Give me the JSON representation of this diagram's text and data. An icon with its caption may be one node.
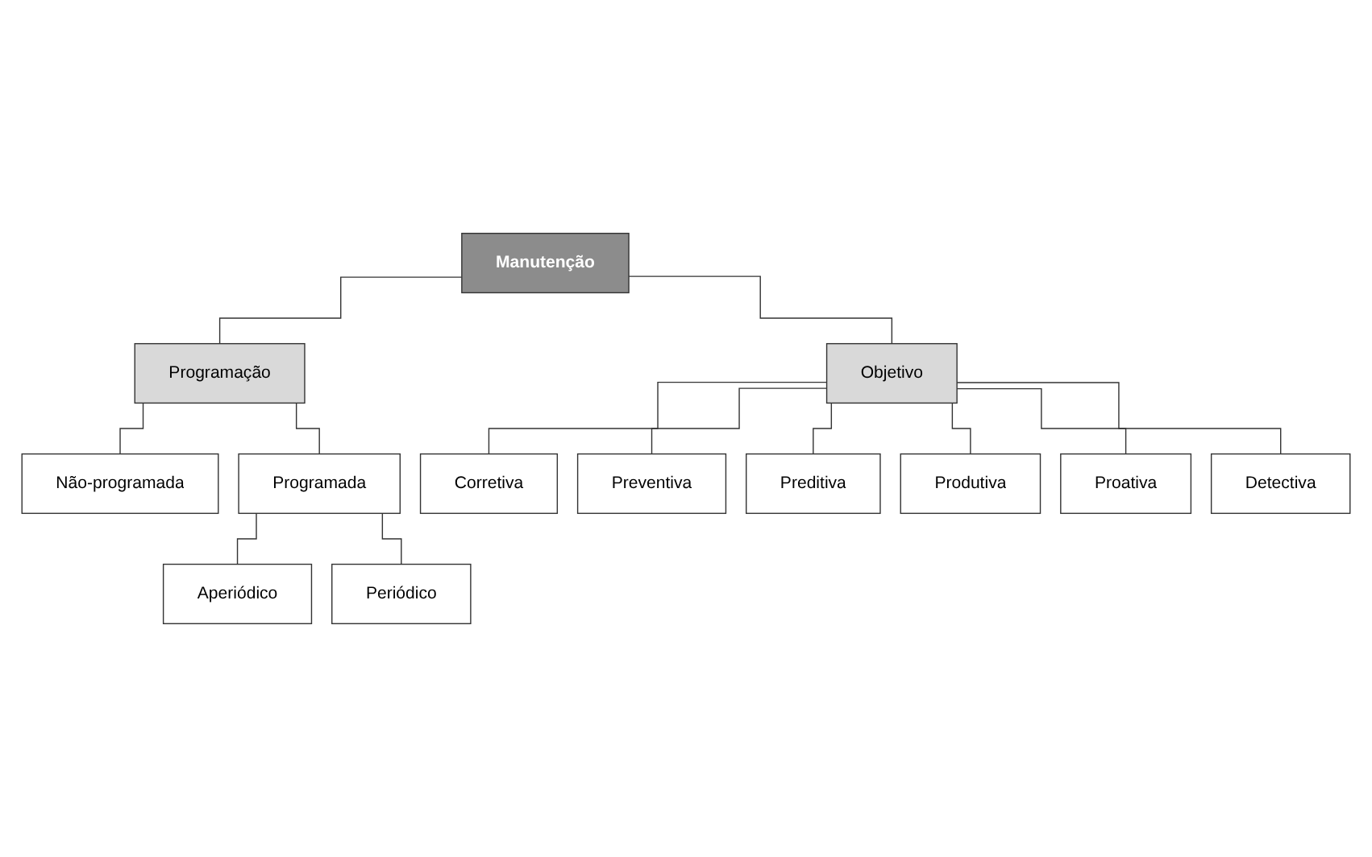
{
  "diagram": {
    "nodes": [
      {
        "text": [
          "Manutenção"
        ]
      },
      {
        "text": [
          "Programação"
        ]
      },
      {
        "text": [
          "Objetivo"
        ]
      },
      {
        "text": [
          "Não-programada"
        ]
      },
      {
        "text": [
          "Programada"
        ]
      },
      {
        "text": [
          "Aperiódico"
        ]
      },
      {
        "text": [
          "Periódico"
        ]
      },
      {
        "text": [
          "Corretiva"
        ]
      },
      {
        "text": [
          "Preventiva"
        ]
      },
      {
        "text": [
          "Preditiva"
        ]
      },
      {
        "text": [
          "Produtiva"
        ]
      },
      {
        "text": [
          "Proativa"
        ]
      },
      {
        "text": [
          "Detectiva"
        ]
      }
    ],
    "edges": [
      {
        "from": 0,
        "to": 1,
        "arrow": "none"
      },
      {
        "from": 0,
        "to": 2,
        "arrow": "none"
      },
      {
        "from": 1,
        "to": 3,
        "arrow": "none"
      },
      {
        "from": 1,
        "to": 4,
        "arrow": "none"
      },
      {
        "from": 4,
        "to": 5,
        "arrow": "none"
      },
      {
        "from": 4,
        "to": 6,
        "arrow": "none"
      },
      {
        "from": 2,
        "to": 7,
        "arrow": "none"
      },
      {
        "from": 2,
        "to": 8,
        "arrow": "none"
      },
      {
        "from": 2,
        "to": 9,
        "arrow": "none"
      },
      {
        "from": 2,
        "to": 10,
        "arrow": "none"
      },
      {
        "from": 2,
        "to": 11,
        "arrow": "none"
      },
      {
        "from": 2,
        "to": 12,
        "arrow": "none"
      }
    ]
  }
}
